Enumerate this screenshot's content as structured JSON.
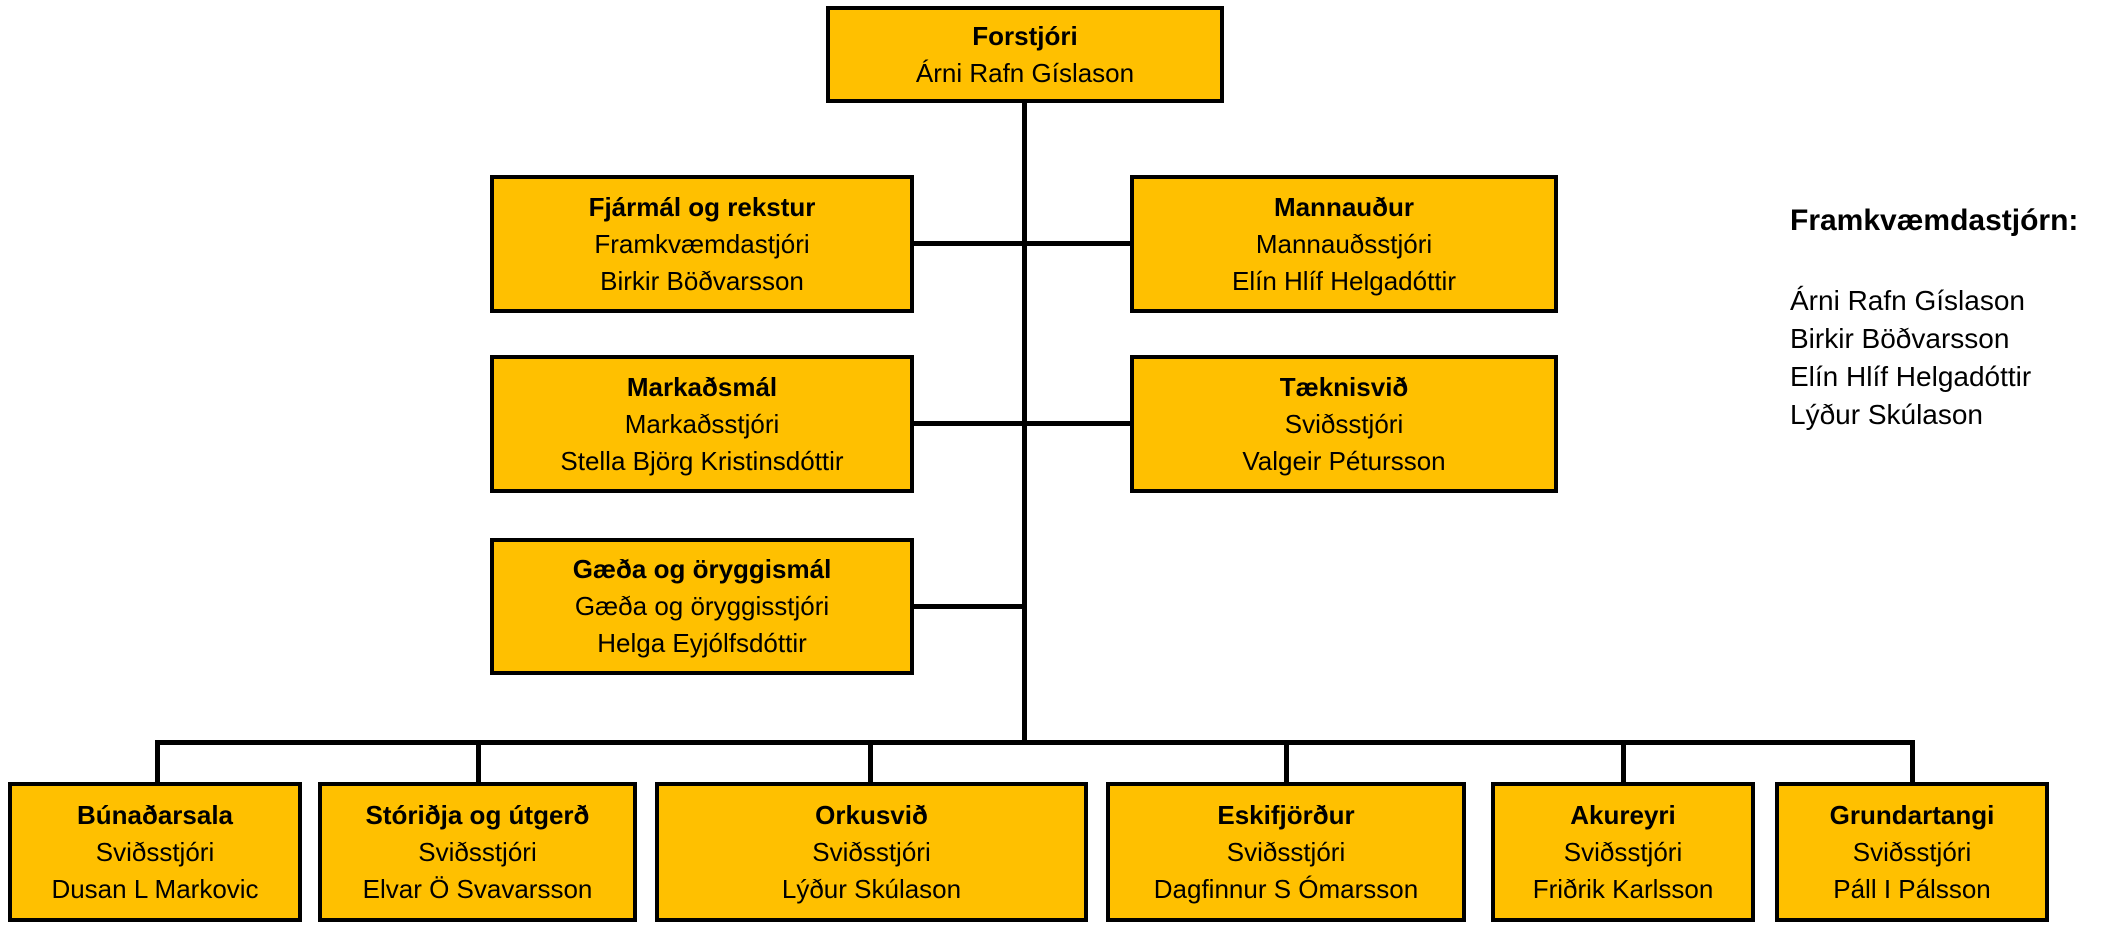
{
  "colors": {
    "background": "#FFFFFF",
    "box_fill": "#FFC000",
    "box_border": "#000000",
    "connector": "#000000",
    "text": "#000000"
  },
  "org": {
    "root": {
      "title": "Forstjóri",
      "name": "Árni Rafn Gíslason"
    },
    "level2": [
      {
        "title": "Fjármál og rekstur",
        "role": "Framkvæmdastjóri",
        "name": "Birkir Böðvarsson"
      },
      {
        "title": "Mannauður",
        "role": "Mannauðsstjóri",
        "name": "Elín Hlíf Helgadóttir"
      }
    ],
    "level3": [
      {
        "title": "Markaðsmál",
        "role": "Markaðsstjóri",
        "name": "Stella Björg Kristinsdóttir"
      },
      {
        "title": "Tæknisvið",
        "role": "Sviðsstjóri",
        "name": "Valgeir Pétursson"
      }
    ],
    "level4": [
      {
        "title": "Gæða og öryggismál",
        "role": "Gæða og öryggisstjóri",
        "name": "Helga Eyjólfsdóttir"
      }
    ],
    "bottom": [
      {
        "title": "Búnaðarsala",
        "role": "Sviðsstjóri",
        "name": "Dusan L Markovic"
      },
      {
        "title": "Stóriðja og útgerð",
        "role": "Sviðsstjóri",
        "name": "Elvar Ö Svavarsson"
      },
      {
        "title": "Orkusvið",
        "role": "Sviðsstjóri",
        "name": "Lýður Skúlason"
      },
      {
        "title": "Eskifjörður",
        "role": "Sviðsstjóri",
        "name": "Dagfinnur S Ómarsson"
      },
      {
        "title": "Akureyri",
        "role": "Sviðsstjóri",
        "name": "Friðrik Karlsson"
      },
      {
        "title": "Grundartangi",
        "role": "Sviðsstjóri",
        "name": "Páll I Pálsson"
      }
    ]
  },
  "side_panel": {
    "heading": "Framkvæmdastjórn:",
    "members": [
      "Árni Rafn Gíslason",
      "Birkir Böðvarsson",
      "Elín Hlíf Helgadóttir",
      "Lýður Skúlason"
    ]
  }
}
